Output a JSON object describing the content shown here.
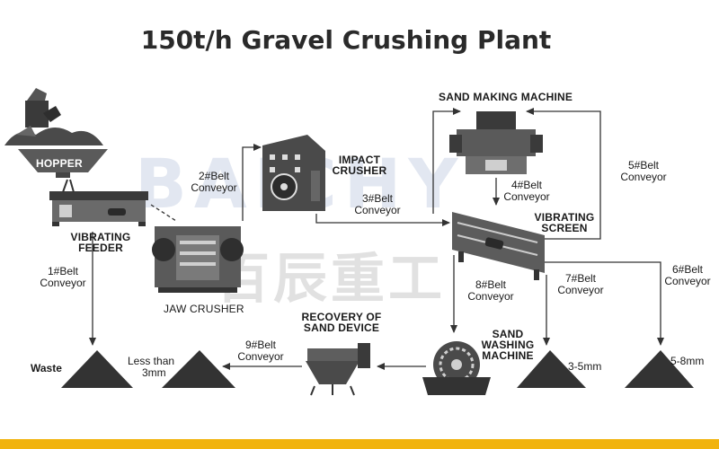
{
  "title": "150t/h Gravel Crushing Plant",
  "colors": {
    "accent_bar": "#f1b30e",
    "machine": "#3a3a3a",
    "line": "#333333"
  },
  "watermark": {
    "brand": "BAICHY",
    "chinese": "百辰重工"
  },
  "equipment": {
    "hopper": "HOPPER",
    "vibrating_feeder_line1": "VIBRATING",
    "vibrating_feeder_line2": "FEEDER",
    "jaw_crusher": "JAW CRUSHER",
    "impact_crusher_line1": "IMPACT",
    "impact_crusher_line2": "CRUSHER",
    "sand_making_machine": "SAND MAKING MACHINE",
    "vibrating_screen_line1": "VIBRATING",
    "vibrating_screen_line2": "SCREEN",
    "recovery_line1": "RECOVERY OF",
    "recovery_line2": "SAND DEVICE",
    "sand_washing_line1": "SAND",
    "sand_washing_line2": "WASHING",
    "sand_washing_line3": "MACHINE"
  },
  "conveyors": {
    "c1": [
      "1#Belt",
      "Conveyor"
    ],
    "c2": [
      "2#Belt",
      "Conveyor"
    ],
    "c3": [
      "3#Belt",
      "Conveyor"
    ],
    "c4": [
      "4#Belt",
      "Conveyor"
    ],
    "c5": [
      "5#Belt",
      "Conveyor"
    ],
    "c6": [
      "6#Belt",
      "Conveyor"
    ],
    "c7": [
      "7#Belt",
      "Conveyor"
    ],
    "c8": [
      "8#Belt",
      "Conveyor"
    ],
    "c9": [
      "9#Belt",
      "Conveyor"
    ]
  },
  "products": {
    "waste": "Waste",
    "fine_line1": "Less than",
    "fine_line2": "3mm",
    "mid": "3-5mm",
    "coarse": "5-8mm"
  }
}
